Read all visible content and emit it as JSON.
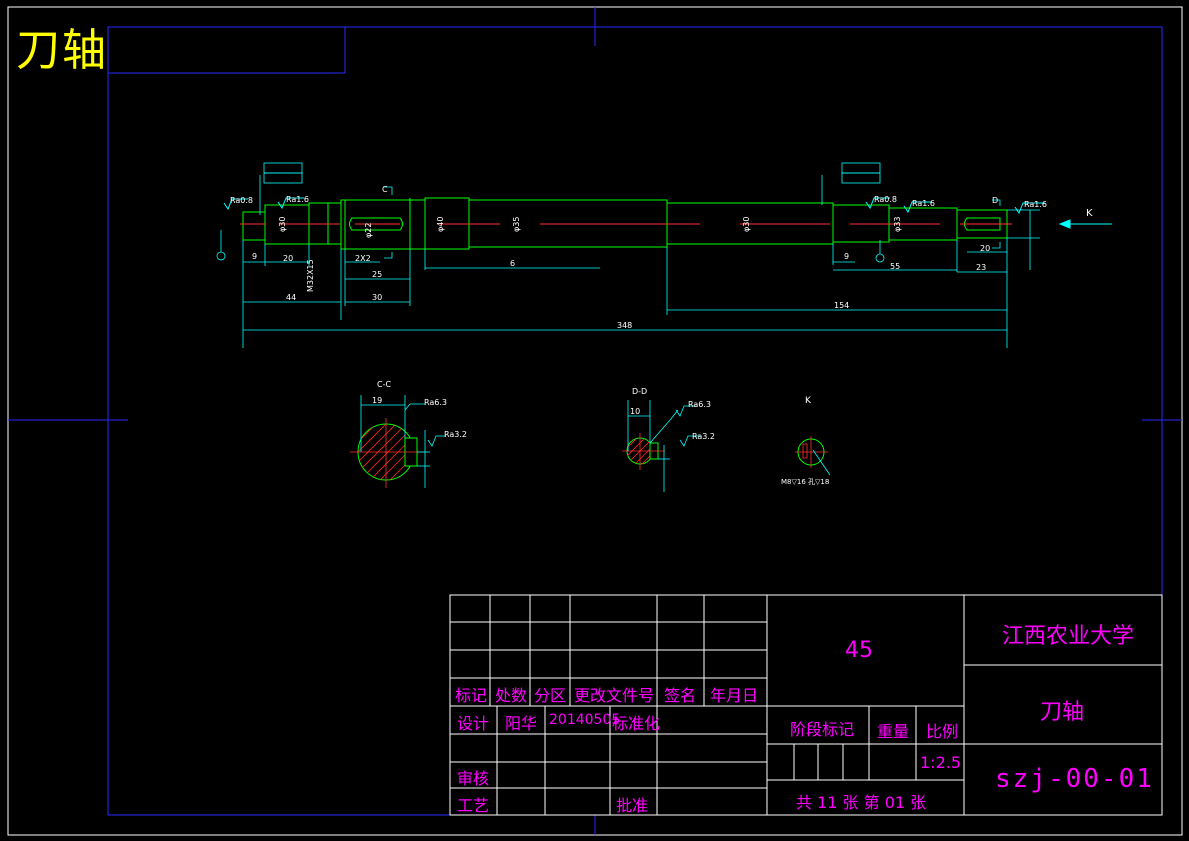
{
  "drawing": {
    "title": "刀轴",
    "dimensions": {
      "d9a": "9",
      "d20a": "20",
      "d44": "44",
      "d2x2": "2X2",
      "d25": "25",
      "d30len": "30",
      "d6": "6",
      "d154": "154",
      "d348": "348",
      "d9b": "9",
      "d55": "55",
      "d23": "23",
      "d20b": "20",
      "m32": "M32X15",
      "dia30a": "φ30",
      "dia22": "φ22",
      "dia40": "φ40",
      "dia35": "φ35",
      "dia30b": "φ30",
      "dia33": "φ33"
    },
    "roughness": {
      "r1": "Ra0.8",
      "r2": "Ra1.6",
      "r3": "Ra0.8",
      "r4": "Ra1.6",
      "r5": "Ra1.6"
    },
    "section_labels": {
      "c": "C",
      "d": "D",
      "k_arrow": "K",
      "cc": "C-C",
      "dd": "D-D",
      "k_view": "K"
    },
    "section_dims": {
      "cc_width": "19",
      "dd_width": "10",
      "k_note": "M8▽16 孔▽18"
    },
    "section_roughness": {
      "cc1": "Ra6.3",
      "cc2": "Ra3.2",
      "dd1": "Ra6.3",
      "dd2": "Ra3.2"
    }
  },
  "title_block": {
    "material": "45",
    "school": "江西农业大学",
    "part_name": "刀轴",
    "drawing_no": "szj-00-01",
    "row_headers": {
      "mark": "标记",
      "count": "处数",
      "zone": "分区",
      "doc": "更改文件号",
      "sign": "签名",
      "date": "年月日"
    },
    "design": {
      "label": "设计",
      "name": "阳华",
      "date": "20140505",
      "std": "标准化"
    },
    "stage_mark": "阶段标记",
    "weight": "重量",
    "scale_label": "比例",
    "scale_value": "1:2.5",
    "review": "审核",
    "process": "工艺",
    "approve": "批准",
    "sheets": "共 11 张 第 01 张"
  }
}
